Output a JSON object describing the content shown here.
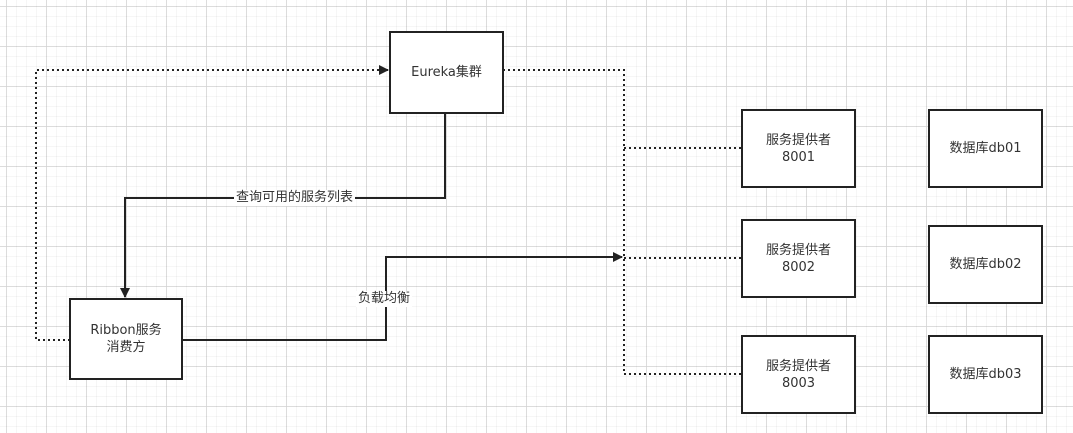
{
  "nodes": {
    "eureka": "Eureka集群",
    "consumer": "Ribbon服务\n消费方",
    "provider1": "服务提供者\n8001",
    "provider2": "服务提供者\n8002",
    "provider3": "服务提供者\n8003",
    "db1": "数据库db01",
    "db2": "数据库db02",
    "db3": "数据库db03"
  },
  "edges": {
    "query_label": "查询可用的服务列表",
    "lb_label": "负载均衡"
  },
  "colors": {
    "line": "#222222",
    "text": "#333333",
    "grid": "#e4e4e4"
  }
}
